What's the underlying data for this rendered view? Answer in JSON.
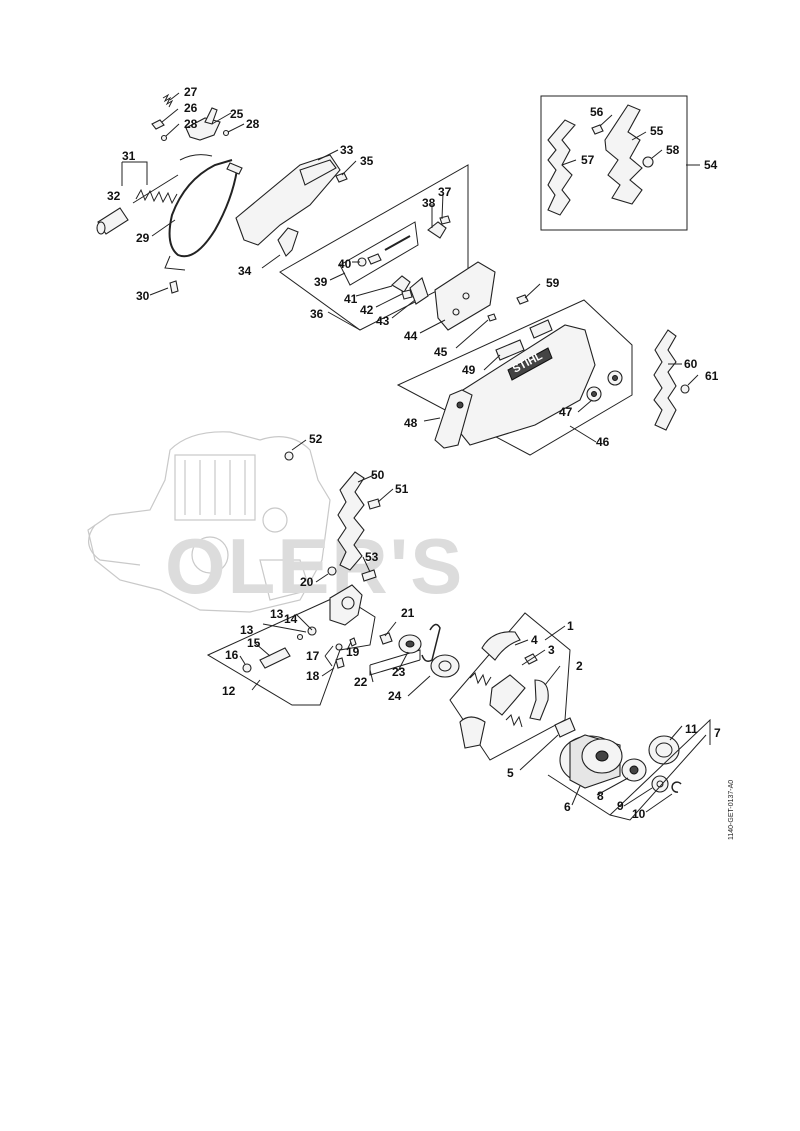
{
  "watermark": "OLER'S",
  "brand": "STIHL",
  "drawing_code": "1140-GET-0137-A0",
  "labels": {
    "l1": "1",
    "l2": "2",
    "l3": "3",
    "l4": "4",
    "l5": "5",
    "l6": "6",
    "l7": "7",
    "l8": "8",
    "l9": "9",
    "l10": "10",
    "l11": "11",
    "l12": "12",
    "l13a": "13",
    "l13b": "13",
    "l14": "14",
    "l15": "15",
    "l16": "16",
    "l17": "17",
    "l18": "18",
    "l19": "19",
    "l20": "20",
    "l21": "21",
    "l22": "22",
    "l23": "23",
    "l24": "24",
    "l25": "25",
    "l26": "26",
    "l27": "27",
    "l28a": "28",
    "l28b": "28",
    "l29": "29",
    "l30": "30",
    "l31": "31",
    "l32": "32",
    "l33": "33",
    "l34": "34",
    "l35": "35",
    "l36": "36",
    "l37": "37",
    "l38": "38",
    "l39": "39",
    "l40": "40",
    "l41": "41",
    "l42": "42",
    "l43": "43",
    "l44": "44",
    "l45": "45",
    "l46": "46",
    "l47": "47",
    "l48": "48",
    "l49": "49",
    "l50": "50",
    "l51": "51",
    "l52": "52",
    "l53": "53",
    "l54": "54",
    "l55": "55",
    "l56": "56",
    "l57": "57",
    "l58": "58",
    "l59": "59",
    "l60": "60",
    "l61": "61"
  }
}
